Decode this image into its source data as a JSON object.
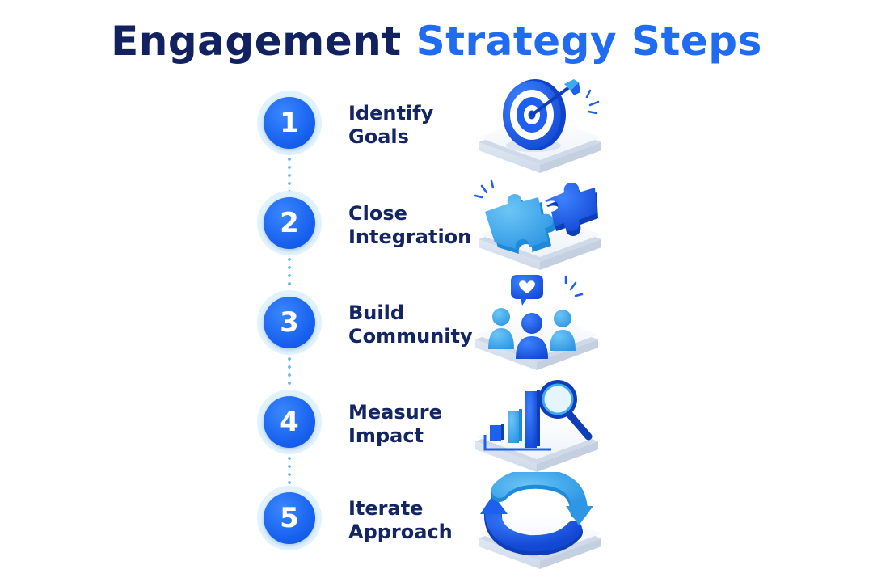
{
  "title": {
    "part1": "Engagement",
    "part2": "Strategy Steps"
  },
  "steps": [
    {
      "number": "1",
      "line1": "Identify",
      "line2": "Goals",
      "icon": "target-icon"
    },
    {
      "number": "2",
      "line1": "Close",
      "line2": "Integration",
      "icon": "puzzle-icon"
    },
    {
      "number": "3",
      "line1": "Build",
      "line2": "Community",
      "icon": "community-icon"
    },
    {
      "number": "4",
      "line1": "Measure",
      "line2": "Impact",
      "icon": "analytics-icon"
    },
    {
      "number": "5",
      "line1": "Iterate",
      "line2": "Approach",
      "icon": "cycle-arrows-icon"
    }
  ],
  "colors": {
    "navy": "#122260",
    "accent": "#1f6cf2",
    "light_blue": "#3ea9f0",
    "dot": "#58bdf0"
  }
}
